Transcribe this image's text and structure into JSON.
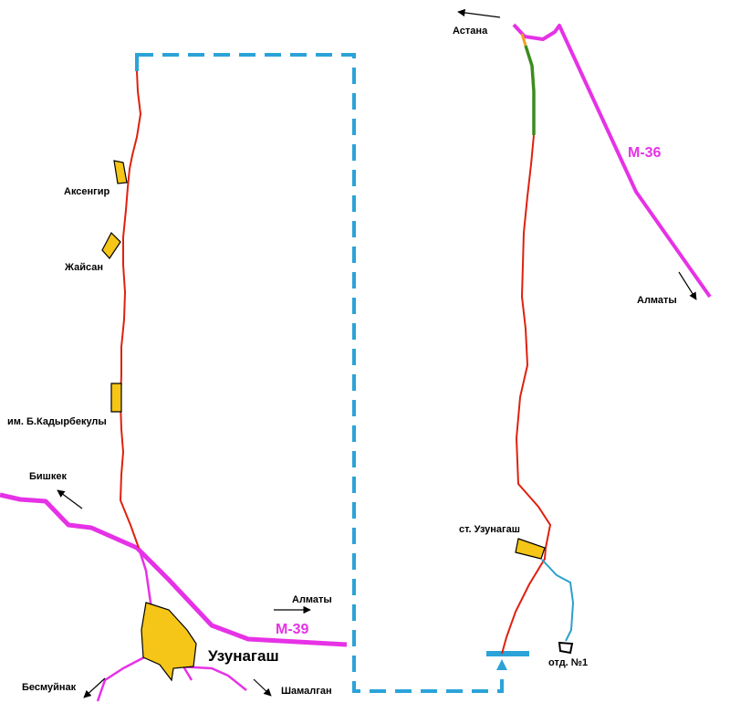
{
  "colors": {
    "highway": "#e632e6",
    "route": "#e0200e",
    "settlement_fill": "#f5c518",
    "dashed_frame": "#2ba3d8",
    "branch": "#2aa0cc",
    "green_segment": "#3c8c1e",
    "text": "#000000"
  },
  "left_panel": {
    "places": {
      "aksengir": "Аксенгир",
      "zhaisan": "Жайсан",
      "kadyrbekuly": "им. Б.Кадырбекулы",
      "uzunagash": "Узунагаш"
    },
    "directions": {
      "bishkek": "Бишкек",
      "almaty": "Алматы",
      "besmuinak": "Бесмуйнак",
      "shamalgan": "Шамалган"
    },
    "highway": "М-39"
  },
  "right_panel": {
    "places": {
      "st_uzunagash": "ст. Узунагаш",
      "otd1": "отд. №1"
    },
    "directions": {
      "astana": "Астана",
      "almaty": "Алматы"
    },
    "highway": "М-36"
  }
}
